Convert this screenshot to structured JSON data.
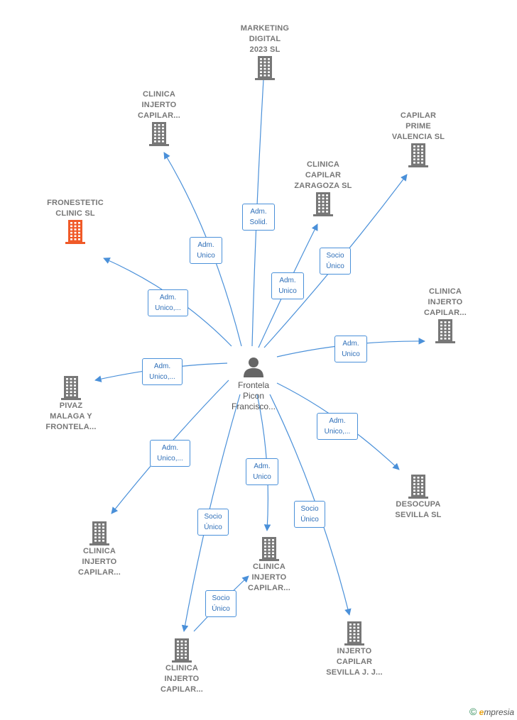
{
  "colors": {
    "edge": "#4a90d9",
    "company": "#777777",
    "highlight": "#f05a28",
    "person": "#666666"
  },
  "person": {
    "label": "Frontela\nPicon\nFrancisco...",
    "icon": "person-icon"
  },
  "companies": [
    {
      "id": "marketing",
      "label": "MARKETING\nDIGITAL\n2023 SL",
      "highlight": false
    },
    {
      "id": "cic1",
      "label": "CLINICA\nINJERTO\nCAPILAR...",
      "highlight": false
    },
    {
      "id": "capilar_prime",
      "label": "CAPILAR\nPRIME\nVALENCIA SL",
      "highlight": false
    },
    {
      "id": "zaragoza",
      "label": "CLINICA\nCAPILAR\nZARAGOZA SL",
      "highlight": false
    },
    {
      "id": "fronestetic",
      "label": "FRONESTETIC\nCLINIC SL",
      "highlight": true
    },
    {
      "id": "cic_right",
      "label": "CLINICA\nINJERTO\nCAPILAR...",
      "highlight": false
    },
    {
      "id": "pivaz",
      "label": "PIVAZ\nMALAGA Y\nFRONTELA...",
      "highlight": false
    },
    {
      "id": "desocupa",
      "label": "DESOCUPA\nSEVILLA SL",
      "highlight": false
    },
    {
      "id": "cic_left",
      "label": "CLINICA\nINJERTO\nCAPILAR...",
      "highlight": false
    },
    {
      "id": "cic_center",
      "label": "CLINICA\nINJERTO\nCAPILAR...",
      "highlight": false
    },
    {
      "id": "cic_bottom",
      "label": "CLINICA\nINJERTO\nCAPILAR...",
      "highlight": false
    },
    {
      "id": "injerto_sevilla",
      "label": "INJERTO\nCAPILAR\nSEVILLA J. J...",
      "highlight": false
    }
  ],
  "relations": [
    {
      "id": "r_marketing",
      "target": "marketing",
      "label": "Adm.\nSolid."
    },
    {
      "id": "r_cic1",
      "target": "cic1",
      "label": "Adm.\nUnico"
    },
    {
      "id": "r_capilar_prime",
      "target": "capilar_prime",
      "label": "Socio\nÚnico"
    },
    {
      "id": "r_zaragoza",
      "target": "zaragoza",
      "label": "Adm.\nUnico"
    },
    {
      "id": "r_fronestetic",
      "target": "fronestetic",
      "label": "Adm.\nUnico,..."
    },
    {
      "id": "r_cic_right",
      "target": "cic_right",
      "label": "Adm.\nUnico"
    },
    {
      "id": "r_pivaz",
      "target": "pivaz",
      "label": "Adm.\nUnico,..."
    },
    {
      "id": "r_desocupa",
      "target": "desocupa",
      "label": "Adm.\nUnico,..."
    },
    {
      "id": "r_cic_left",
      "target": "cic_left",
      "label": "Adm.\nUnico,..."
    },
    {
      "id": "r_cic_center",
      "target": "cic_center",
      "label": "Adm.\nUnico"
    },
    {
      "id": "r_cic_bottom",
      "target": "cic_bottom",
      "label": "Socio\nÚnico"
    },
    {
      "id": "r_injerto_sevilla",
      "target": "injerto_sevilla",
      "label": "Socio\nÚnico"
    },
    {
      "id": "r_bottom_center",
      "target": "cic_center",
      "label": "Socio\nÚnico"
    }
  ],
  "footer": {
    "copyright": "©",
    "brand_initial": "e",
    "brand_rest": "mpresia"
  }
}
